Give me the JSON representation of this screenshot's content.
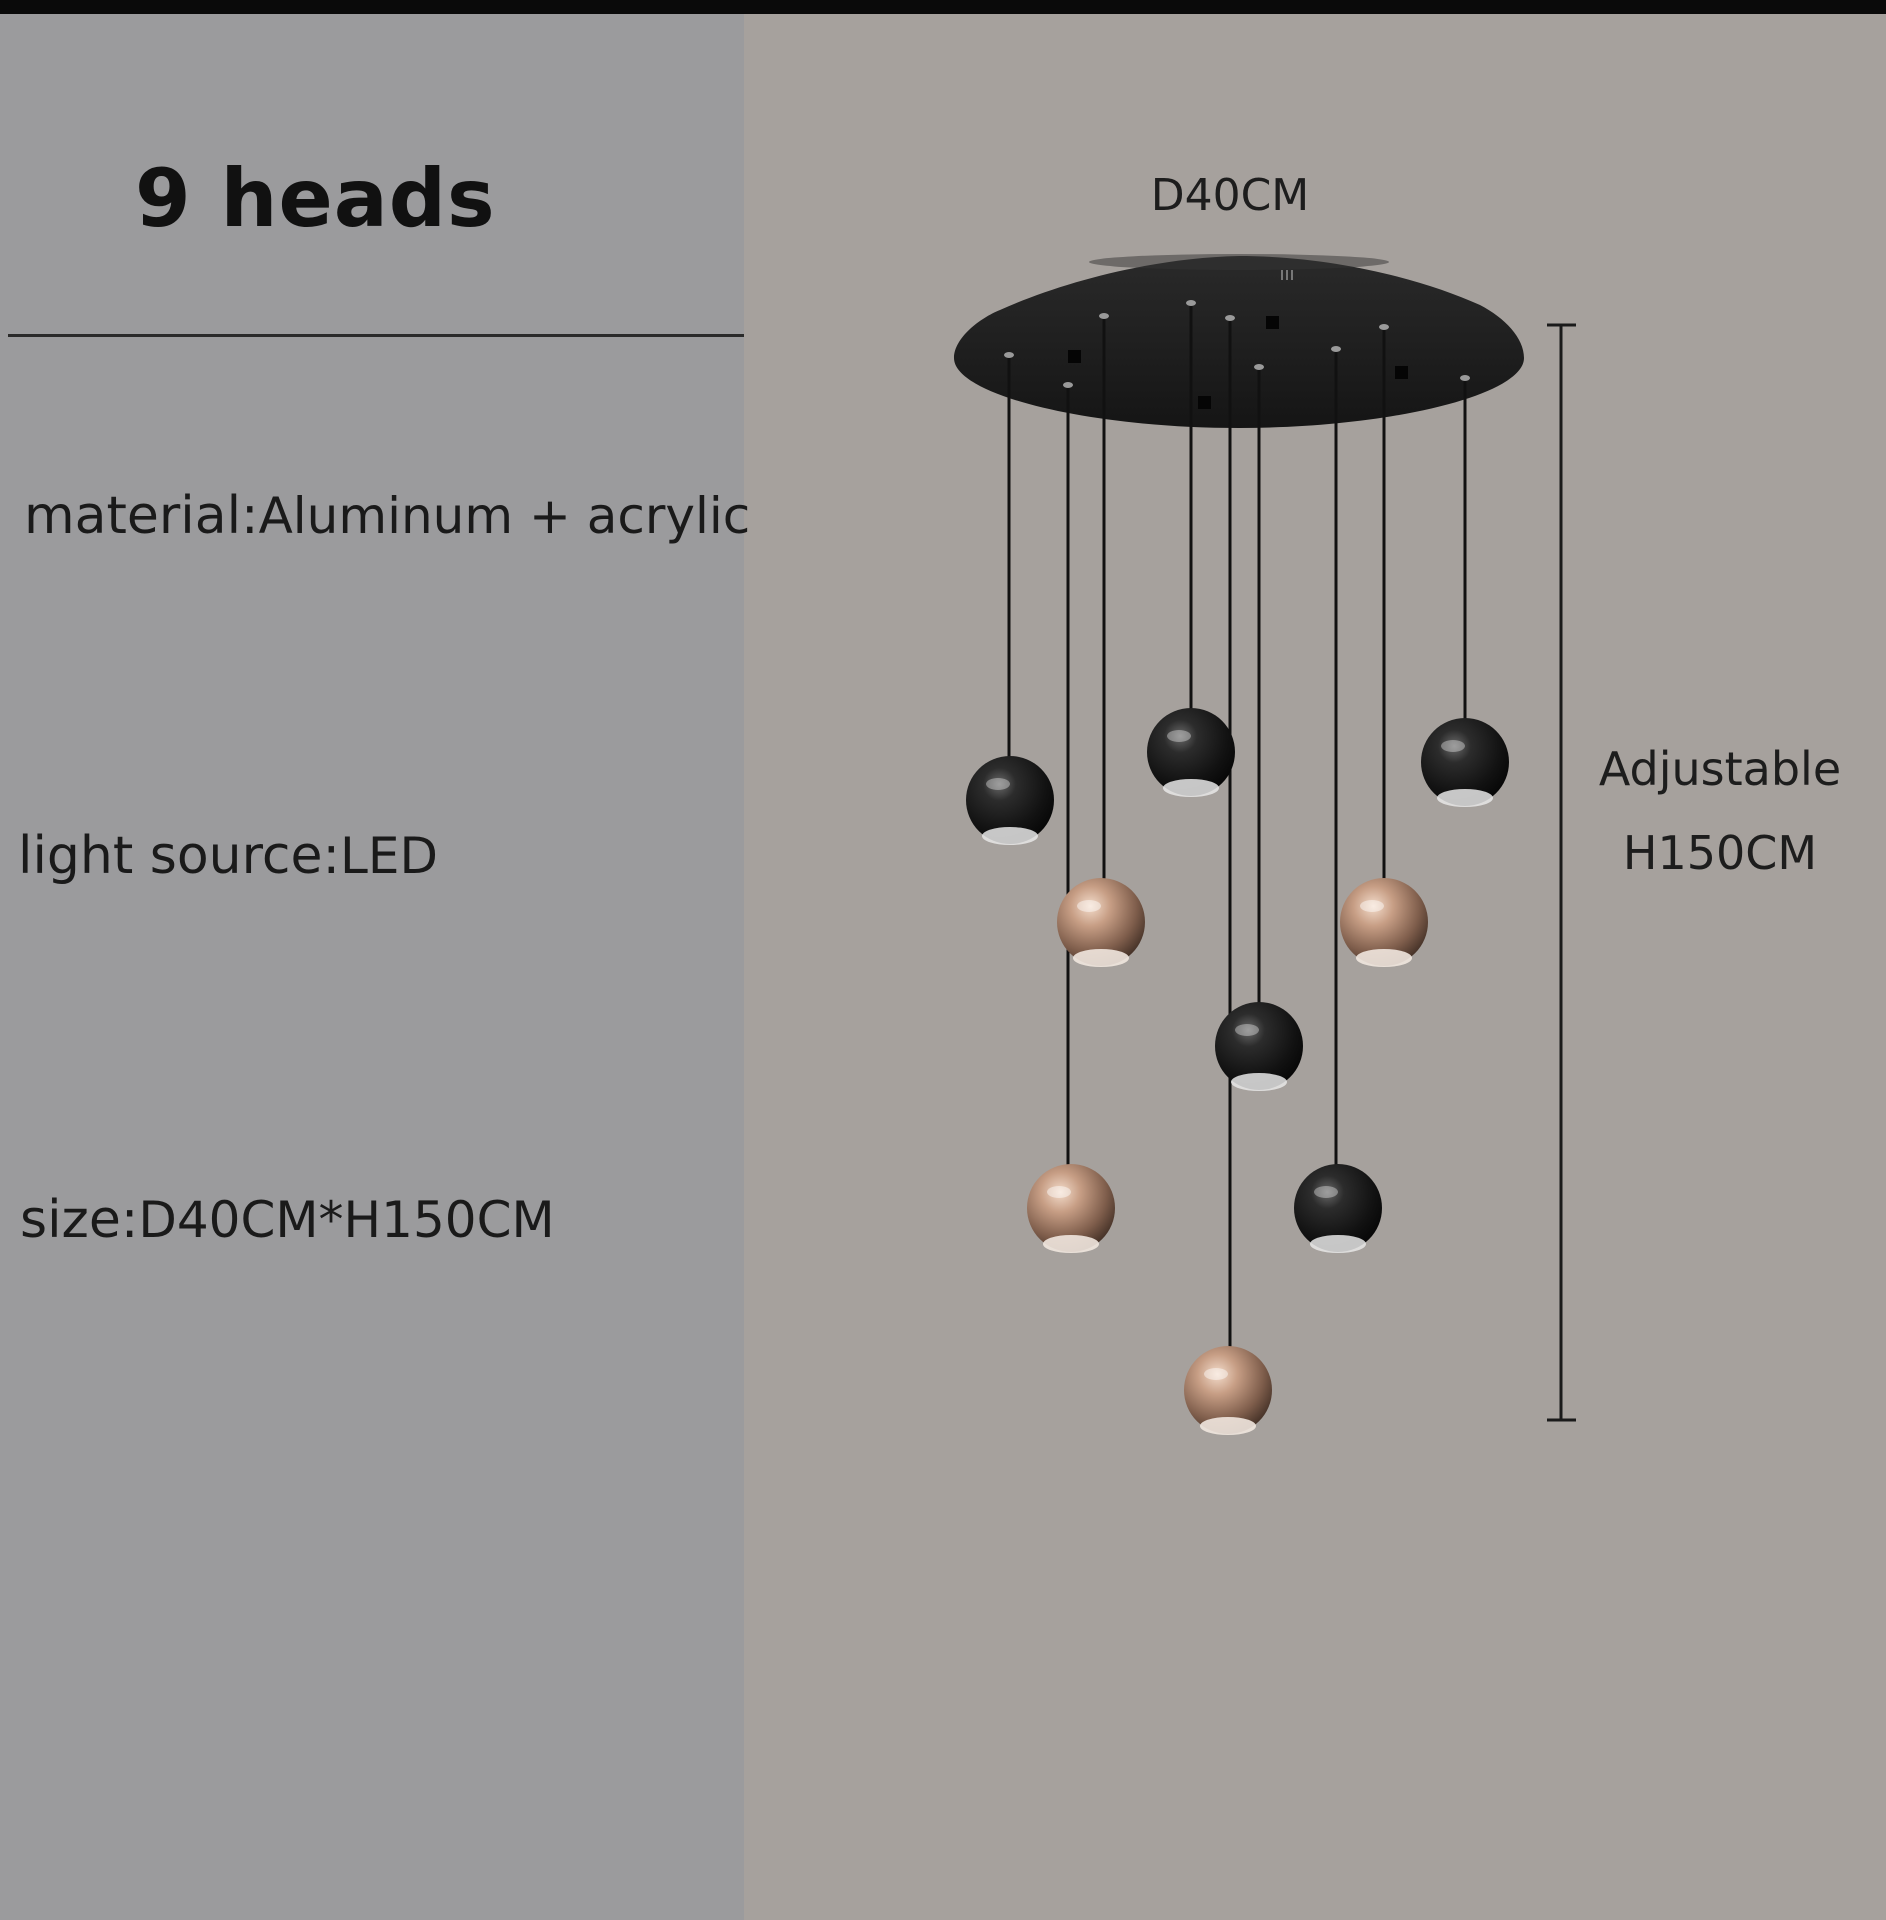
{
  "title": "9 heads",
  "specs": {
    "material": {
      "label": "material",
      "sep": ":",
      "value": "Aluminum + acrylic"
    },
    "light_source": {
      "label": "light source",
      "sep": ":",
      "value": "LED"
    },
    "size": {
      "label": "size",
      "sep": ":",
      "value": "D40CM*H150CM"
    }
  },
  "dimensions": {
    "diameter": "D40CM",
    "height_line1": "Adjustable",
    "height_line2": "H150CM"
  },
  "colors": {
    "left_panel": "#9b9b9d",
    "right_panel": "#a6a19d",
    "canopy": "#1c1c1c",
    "black_globe": "#161616",
    "gold_globe": "#b5917a"
  },
  "pendants": [
    {
      "finish": "black"
    },
    {
      "finish": "black"
    },
    {
      "finish": "black"
    },
    {
      "finish": "gold"
    },
    {
      "finish": "gold"
    },
    {
      "finish": "black"
    },
    {
      "finish": "gold"
    },
    {
      "finish": "black"
    },
    {
      "finish": "gold"
    }
  ]
}
